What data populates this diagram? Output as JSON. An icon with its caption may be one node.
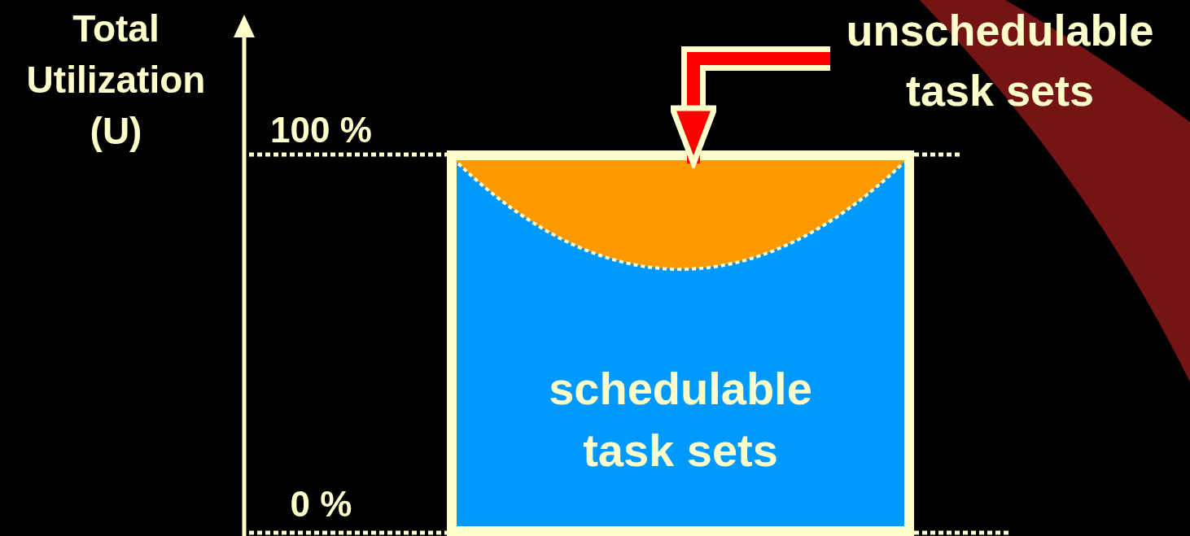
{
  "diagram": {
    "nodes": [
      {
        "text": [
          "unschedulable task sets"
        ]
      },
      {
        "text": [
          "schedulable task sets"
        ]
      },
      {
        "text": [],
        "shape": "bar",
        "in": 1
      }
    ],
    "edges": [
      {
        "from": 0,
        "to": 2,
        "arrow": "to",
        "color": "#ff0000"
      }
    ],
    "labels": [
      "Total Utilization (U)",
      "100 %",
      "0 %"
    ]
  }
}
